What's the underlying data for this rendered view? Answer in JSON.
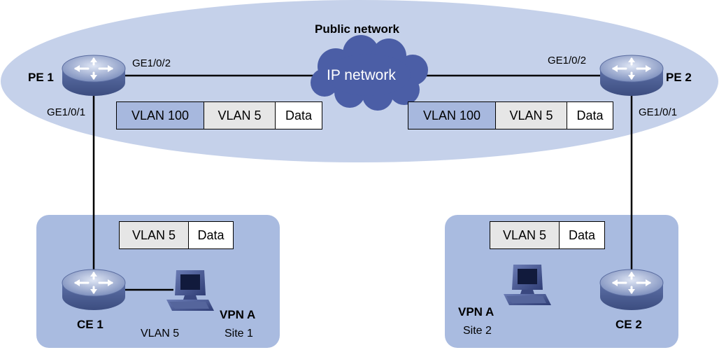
{
  "title": "Public network",
  "cloud_label": "IP network",
  "devices": {
    "pe1": "PE 1",
    "pe2": "PE 2",
    "ce1": "CE 1",
    "ce2": "CE 2"
  },
  "ports": {
    "pe1_uplink": "GE1/0/2",
    "pe1_downlink": "GE1/0/1",
    "pe2_uplink": "GE1/0/2",
    "pe2_downlink": "GE1/0/1"
  },
  "headers": {
    "pe1": [
      "VLAN 100",
      "VLAN 5",
      "Data"
    ],
    "pe2": [
      "VLAN 100",
      "VLAN 5",
      "Data"
    ],
    "site1": [
      "VLAN 5",
      "Data"
    ],
    "site2": [
      "VLAN 5",
      "Data"
    ]
  },
  "sites": {
    "site1": {
      "vpn": "VPN A",
      "name": "Site 1",
      "vlan": "VLAN 5"
    },
    "site2": {
      "vpn": "VPN A",
      "name": "Site 2"
    }
  },
  "colors": {
    "public_network": "#c5d1ea",
    "site_area": "#a9bbe0",
    "cloud": "#4b5ea6",
    "vlan_outer": "#a7b8de",
    "vlan_inner": "#e6e6e6"
  }
}
